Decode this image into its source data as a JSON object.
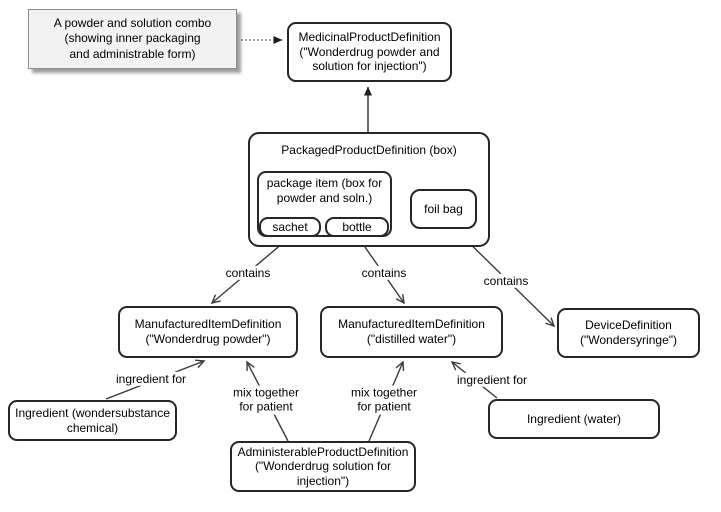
{
  "diagram": {
    "note": {
      "text": "A powder and solution combo\n(showing inner packaging\nand administrable form)"
    },
    "nodes": {
      "medicinal": {
        "label": "MedicinalProductDefinition\n(\"Wonderdrug powder and\nsolution for injection\")"
      },
      "packaged": {
        "label": "PackagedProductDefinition (box)"
      },
      "package_item": {
        "label": "package item (box for\npowder and soln.)"
      },
      "sachet": {
        "label": "sachet"
      },
      "bottle": {
        "label": "bottle"
      },
      "foil_bag": {
        "label": "foil bag"
      },
      "manufactured_powder": {
        "label": "ManufacturedItemDefinition\n(\"Wonderdrug powder\")"
      },
      "manufactured_water": {
        "label": "ManufacturedItemDefinition\n(\"distilled water\")"
      },
      "device": {
        "label": "DeviceDefinition\n(\"Wondersyringe\")"
      },
      "ingredient_chemical": {
        "label": "Ingredient (wondersubstance\nchemical)"
      },
      "ingredient_water": {
        "label": "Ingredient (water)"
      },
      "administerable": {
        "label": "AdministerableProductDefinition\n(\"Wonderdrug solution for\ninjection\")"
      }
    },
    "edge_labels": {
      "contains_1": "contains",
      "contains_2": "contains",
      "contains_3": "contains",
      "ingredient_for_1": "ingredient for",
      "ingredient_for_2": "ingredient for",
      "mix_1": "mix together\nfor patient",
      "mix_2": "mix together\nfor patient"
    },
    "colors": {
      "node_border": "#262626",
      "connector": "#3a3a3a",
      "note_fill": "#f2f2f2",
      "note_border": "#8c8c8c"
    }
  }
}
